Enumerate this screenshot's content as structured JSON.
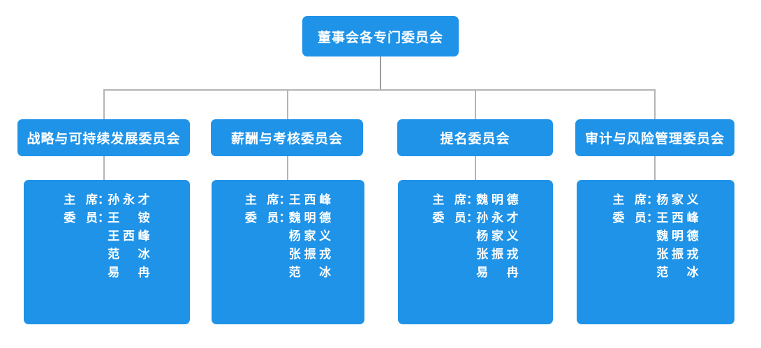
{
  "theme": {
    "box_fill": "#1f93e8",
    "text_color": "#ffffff",
    "connector_color": "#9a9a9a",
    "background": "#ffffff"
  },
  "root": {
    "title": "董事会各专门委员会"
  },
  "labels": {
    "chair": "主席",
    "member": "委员",
    "colon": "："
  },
  "committees": [
    {
      "name": "战略与可持续发展委员会",
      "chair": "孙永才",
      "members": [
        "王铵",
        "王西峰",
        "范冰",
        "易冉"
      ]
    },
    {
      "name": "薪酬与考核委员会",
      "chair": "王西峰",
      "members": [
        "魏明德",
        "杨家义",
        "张振戎",
        "范冰"
      ]
    },
    {
      "name": "提名委员会",
      "chair": "魏明德",
      "members": [
        "孙永才",
        "杨家义",
        "张振戎",
        "易冉"
      ]
    },
    {
      "name": "审计与风险管理委员会",
      "chair": "杨家义",
      "members": [
        "王西峰",
        "魏明德",
        "张振戎",
        "范冰"
      ]
    }
  ]
}
